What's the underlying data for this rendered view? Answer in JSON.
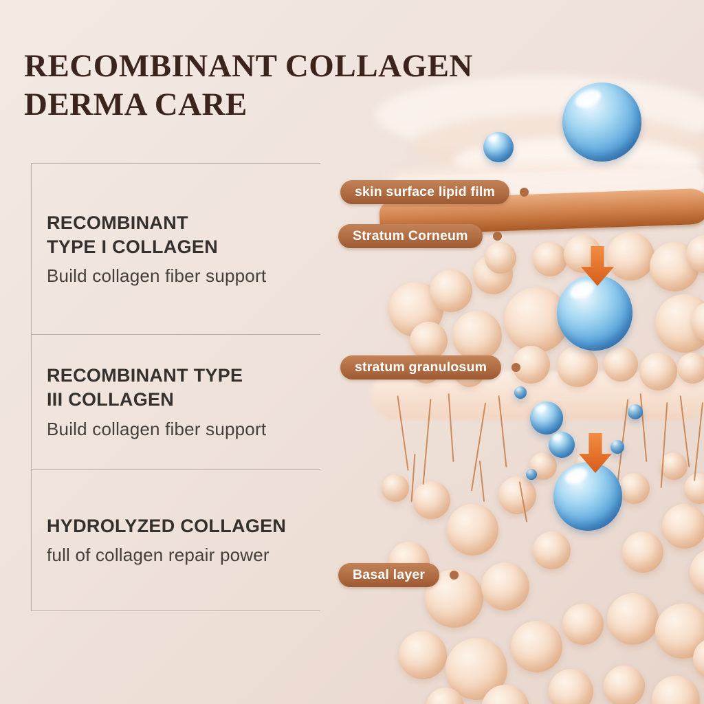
{
  "title": {
    "text": "RECOMBINANT COLLAGEN\nDERMA CARE"
  },
  "sections": [
    {
      "heading": "RECOMBINANT\nTYPE I COLLAGEN",
      "description": "Build collagen fiber support"
    },
    {
      "heading": "RECOMBINANT TYPE\nIII COLLAGEN",
      "description": "Build collagen fiber support"
    },
    {
      "heading": "HYDROLYZED COLLAGEN",
      "description": "full of collagen repair power"
    }
  ],
  "layer_labels": [
    {
      "text": "skin surface lipid film"
    },
    {
      "text": "Stratum Corneum"
    },
    {
      "text": "stratum granulosum"
    },
    {
      "text": "Basal layer"
    }
  ],
  "colors": {
    "background": "#efe4de",
    "title_text": "#3a241c",
    "pill": "#b06c42",
    "arrow": "#d65c1b",
    "blue_sphere": "#5fa9de",
    "peach_sphere": "#f7ddc8"
  }
}
